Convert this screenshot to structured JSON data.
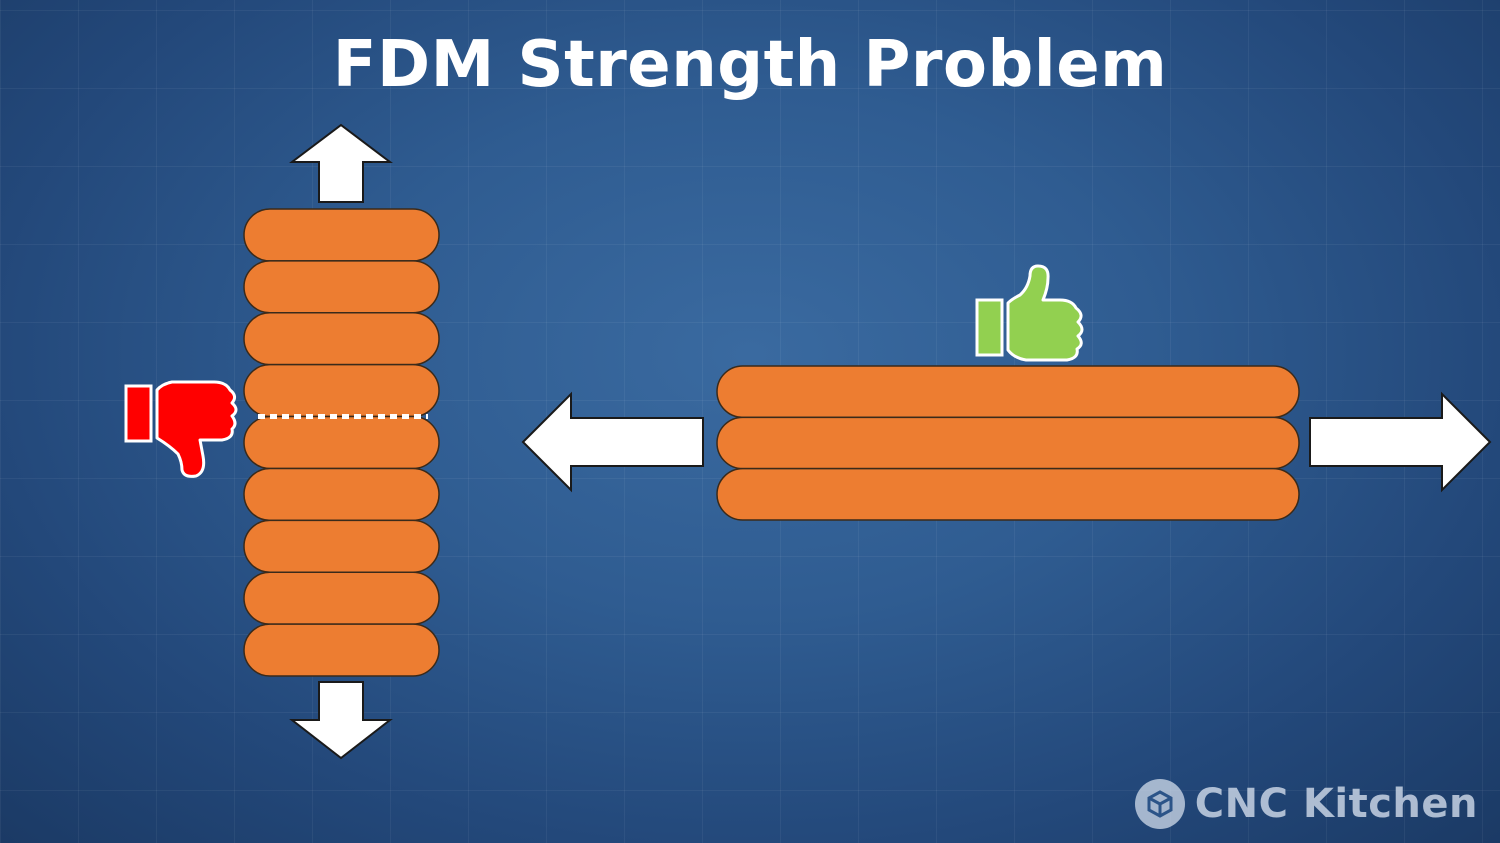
{
  "title": "FDM Strength Problem",
  "brand": {
    "name": "CNC Kitchen",
    "icon": "cnc-kitchen-logo-icon"
  },
  "vertical_stack": {
    "layer_count": 9,
    "weak_seam_after_layer": 4,
    "load": "tension-vertical",
    "verdict_icon": "thumbs-down-icon"
  },
  "horizontal_stack": {
    "layer_count": 3,
    "load": "tension-horizontal",
    "verdict_icon": "thumbs-up-icon"
  },
  "colors": {
    "layer_fill": "#ed7d31",
    "layer_stroke": "#3a2a1a",
    "arrow_fill": "#ffffff",
    "arrow_stroke": "#1a1a1a",
    "thumbs_down": "#ff0000",
    "thumbs_up": "#92d050",
    "seam": "#ffffff"
  }
}
